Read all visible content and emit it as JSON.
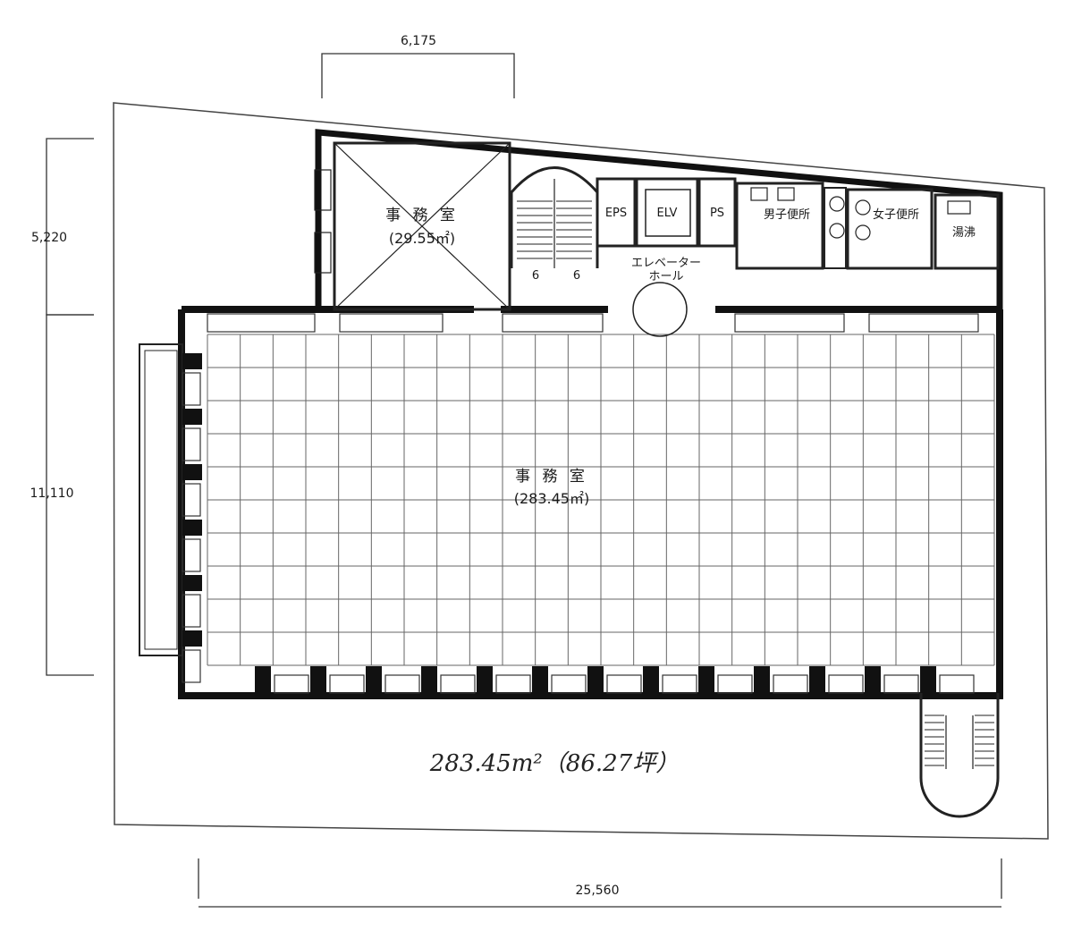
{
  "dimensions": {
    "top": "6,175",
    "left_upper": "5,220",
    "left_lower": "11,110",
    "bottom": "25,560"
  },
  "rooms": {
    "office_main": {
      "name": "事 務 室",
      "area": "(283.45㎡)"
    },
    "office_small": {
      "name": "事 務 室",
      "area": "(29.55㎡)"
    },
    "eps": "EPS",
    "elv": "ELV",
    "ps": "PS",
    "mens_toilet": "男子便所",
    "womens_toilet": "女子便所",
    "kitchen": "湯沸",
    "elevator_hall": "エレベーター\nホール"
  },
  "stair_marks": [
    "6",
    "6"
  ],
  "handwritten_total": "283.45m²（86.27坪）"
}
